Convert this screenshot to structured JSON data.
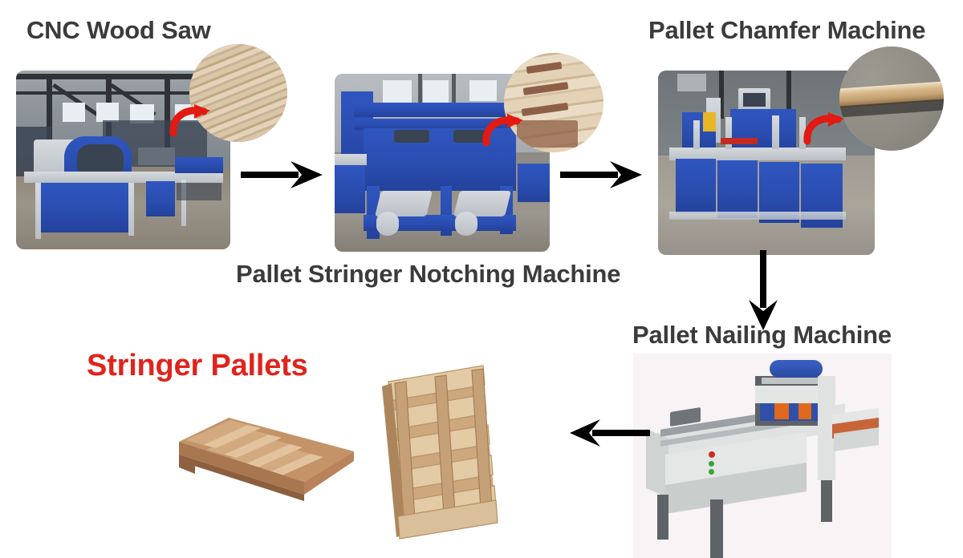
{
  "diagram": {
    "title_color": "#3b3b3b",
    "highlight_color": "#e0241c",
    "steps": [
      {
        "id": "cnc-wood-saw",
        "label": "CNC Wood Saw",
        "inset": "wood-stack-closeup"
      },
      {
        "id": "pallet-stringer-notching",
        "label": "Pallet Stringer Notching Machine",
        "inset": "notched-stringers-closeup"
      },
      {
        "id": "pallet-chamfer-machine",
        "label": "Pallet Chamfer Machine",
        "inset": "chamfered-board-closeup"
      },
      {
        "id": "pallet-nailing-machine",
        "label": "Pallet Nailing Machine",
        "inset": ""
      }
    ],
    "result": {
      "id": "stringer-pallets",
      "label": "Stringer Pallets"
    },
    "arrows": [
      {
        "id": "arrow-saw-to-notching",
        "direction": "right"
      },
      {
        "id": "arrow-notching-to-chamfer",
        "direction": "right"
      },
      {
        "id": "arrow-chamfer-to-nailing",
        "direction": "down"
      },
      {
        "id": "arrow-nailing-to-pallets",
        "direction": "left"
      }
    ]
  }
}
